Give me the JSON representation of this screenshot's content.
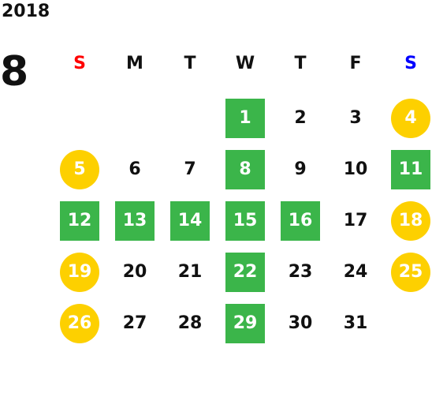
{
  "calendar": {
    "year": "2018",
    "month": "8",
    "weekdays": [
      {
        "label": "S",
        "color": "#ff0000"
      },
      {
        "label": "M",
        "color": "#111111"
      },
      {
        "label": "T",
        "color": "#111111"
      },
      {
        "label": "W",
        "color": "#111111"
      },
      {
        "label": "T",
        "color": "#111111"
      },
      {
        "label": "F",
        "color": "#111111"
      },
      {
        "label": "S",
        "color": "#0000ff"
      }
    ],
    "highlight_colors": {
      "green": "#3bb54a",
      "yellow": "#fdd000"
    },
    "weeks": [
      [
        null,
        null,
        null,
        {
          "day": "1",
          "mark": "green"
        },
        {
          "day": "2",
          "mark": "none"
        },
        {
          "day": "3",
          "mark": "none"
        },
        {
          "day": "4",
          "mark": "yellow"
        }
      ],
      [
        {
          "day": "5",
          "mark": "yellow"
        },
        {
          "day": "6",
          "mark": "none"
        },
        {
          "day": "7",
          "mark": "none"
        },
        {
          "day": "8",
          "mark": "green"
        },
        {
          "day": "9",
          "mark": "none"
        },
        {
          "day": "10",
          "mark": "none"
        },
        {
          "day": "11",
          "mark": "green"
        }
      ],
      [
        {
          "day": "12",
          "mark": "green"
        },
        {
          "day": "13",
          "mark": "green"
        },
        {
          "day": "14",
          "mark": "green"
        },
        {
          "day": "15",
          "mark": "green"
        },
        {
          "day": "16",
          "mark": "green"
        },
        {
          "day": "17",
          "mark": "none"
        },
        {
          "day": "18",
          "mark": "yellow"
        }
      ],
      [
        {
          "day": "19",
          "mark": "yellow"
        },
        {
          "day": "20",
          "mark": "none"
        },
        {
          "day": "21",
          "mark": "none"
        },
        {
          "day": "22",
          "mark": "green"
        },
        {
          "day": "23",
          "mark": "none"
        },
        {
          "day": "24",
          "mark": "none"
        },
        {
          "day": "25",
          "mark": "yellow"
        }
      ],
      [
        {
          "day": "26",
          "mark": "yellow"
        },
        {
          "day": "27",
          "mark": "none"
        },
        {
          "day": "28",
          "mark": "none"
        },
        {
          "day": "29",
          "mark": "green"
        },
        {
          "day": "30",
          "mark": "none"
        },
        {
          "day": "31",
          "mark": "none"
        },
        null
      ]
    ]
  }
}
